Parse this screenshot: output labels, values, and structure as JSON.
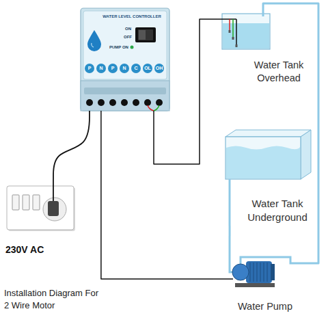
{
  "diagram": {
    "caption": "Installation Diagram For 2 Wire Motor",
    "nodes": [
      {
        "text": [
          "WATER LEVEL CONTROLLER"
        ]
      },
      {
        "text": [
          "Water Tank Overhead"
        ]
      },
      {
        "text": [
          "Water Tank Underground"
        ]
      },
      {
        "text": [
          "230V AC"
        ]
      },
      {
        "text": [
          "Water Pump"
        ]
      }
    ],
    "edges": [
      {
        "from": 0,
        "to": 1,
        "arrow": "none"
      },
      {
        "from": 0,
        "to": 3,
        "arrow": "none"
      },
      {
        "from": 0,
        "to": 4,
        "arrow": "none"
      },
      {
        "from": 2,
        "to": 4,
        "arrow": "none"
      },
      {
        "from": 4,
        "to": 1,
        "arrow": "none"
      }
    ],
    "labels": [
      "ON",
      "OFF",
      "PUMP ON",
      "P",
      "N",
      "P",
      "N",
      "C",
      "OL",
      "OH"
    ]
  }
}
